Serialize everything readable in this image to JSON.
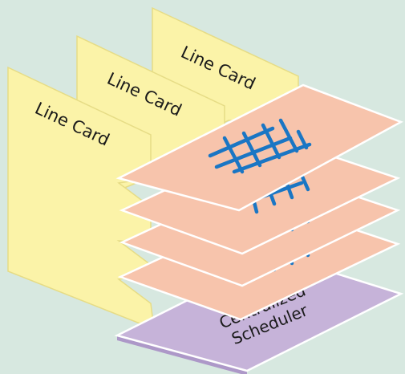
{
  "diagram": {
    "line_cards": [
      {
        "label": "Line Card"
      },
      {
        "label": "Line Card"
      },
      {
        "label": "Line Card"
      }
    ],
    "scheduler": {
      "line1": "Centralized",
      "line2": "Scheduler"
    },
    "switch_planes": 4
  },
  "colors": {
    "background": "#d7e8e0",
    "line_card": "#fbf3a8",
    "switch_plane": "#f7c4ac",
    "scheduler": "#c6b3d9",
    "crossbar_wires": "#1a76c4"
  }
}
